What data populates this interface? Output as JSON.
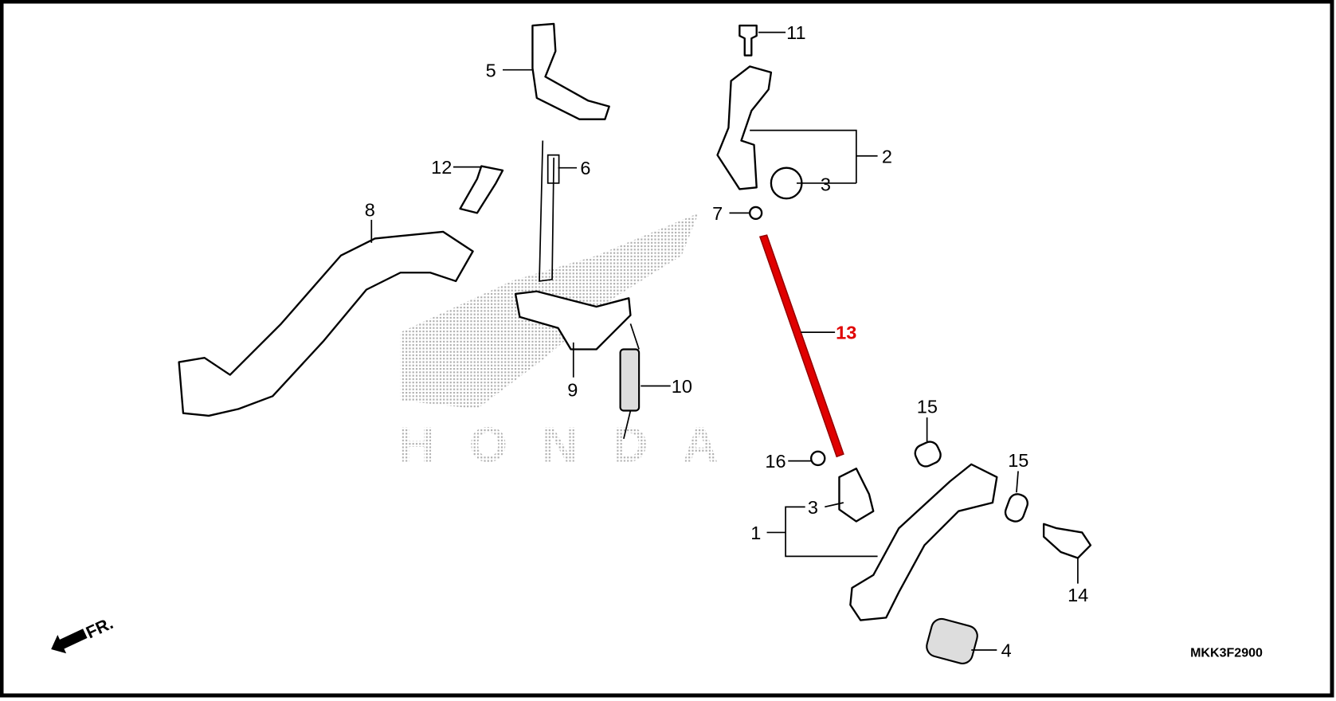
{
  "diagram": {
    "title": "Change pedal assembly parts diagram",
    "diagram_code": "MKK3F2900",
    "front_indicator": "FR.",
    "watermark_text": "HONDA",
    "highlight_color": "#e00000",
    "callouts": [
      {
        "id": "c11",
        "number": "11"
      },
      {
        "id": "c5",
        "number": "5"
      },
      {
        "id": "c2",
        "number": "2"
      },
      {
        "id": "c6",
        "number": "6"
      },
      {
        "id": "c12",
        "number": "12"
      },
      {
        "id": "c3a",
        "number": "3"
      },
      {
        "id": "c8",
        "number": "8"
      },
      {
        "id": "c7",
        "number": "7"
      },
      {
        "id": "c13",
        "number": "13",
        "highlighted": true
      },
      {
        "id": "c9",
        "number": "9"
      },
      {
        "id": "c10",
        "number": "10"
      },
      {
        "id": "c15a",
        "number": "15"
      },
      {
        "id": "c16",
        "number": "16"
      },
      {
        "id": "c15b",
        "number": "15"
      },
      {
        "id": "c3b",
        "number": "3"
      },
      {
        "id": "c1",
        "number": "1"
      },
      {
        "id": "c14",
        "number": "14"
      },
      {
        "id": "c4",
        "number": "4"
      }
    ]
  }
}
